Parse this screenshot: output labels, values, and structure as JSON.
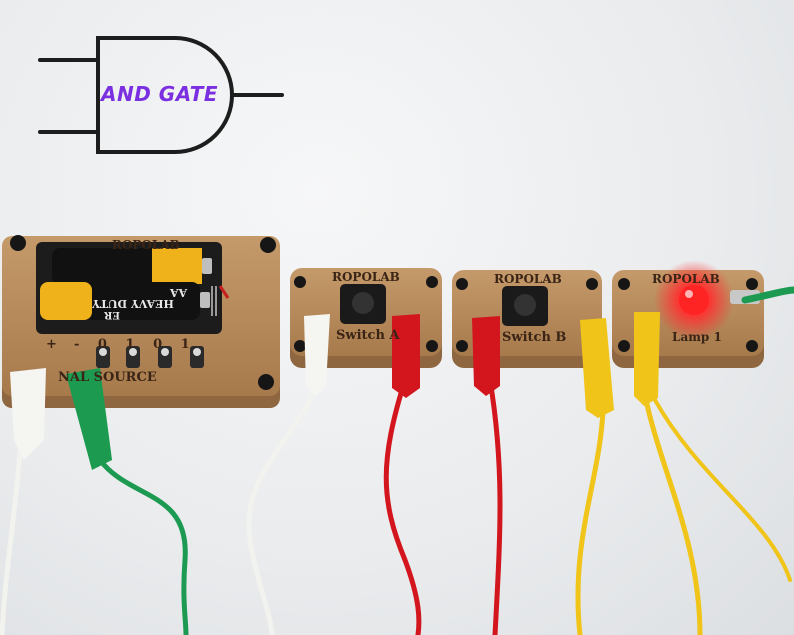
{
  "diagram": {
    "gate_label": "AND GATE"
  },
  "modules": {
    "signal_source": {
      "brand": "ROPOLAB",
      "label": "NAL SOURCE",
      "pattern": "- 0 1 0 1",
      "plus": "+",
      "battery_text_1": "HEAVY DUTY",
      "battery_text_2": "AA",
      "battery_text_3": "ER"
    },
    "switch_a": {
      "brand": "ROPOLAB",
      "label": "Switch A"
    },
    "switch_b": {
      "brand": "ROPOLAB",
      "label": "Switch B"
    },
    "lamp": {
      "brand": "ROPOLAB",
      "label": "Lamp 1",
      "led_state": "on"
    }
  },
  "colors": {
    "board": "#b3875a",
    "wire_white": "#f2f2ee",
    "wire_green": "#1d9a52",
    "wire_red": "#d3161e",
    "wire_yellow": "#f0c419",
    "led": "#ff2a2a",
    "gate_text": "#7a2fe0"
  }
}
